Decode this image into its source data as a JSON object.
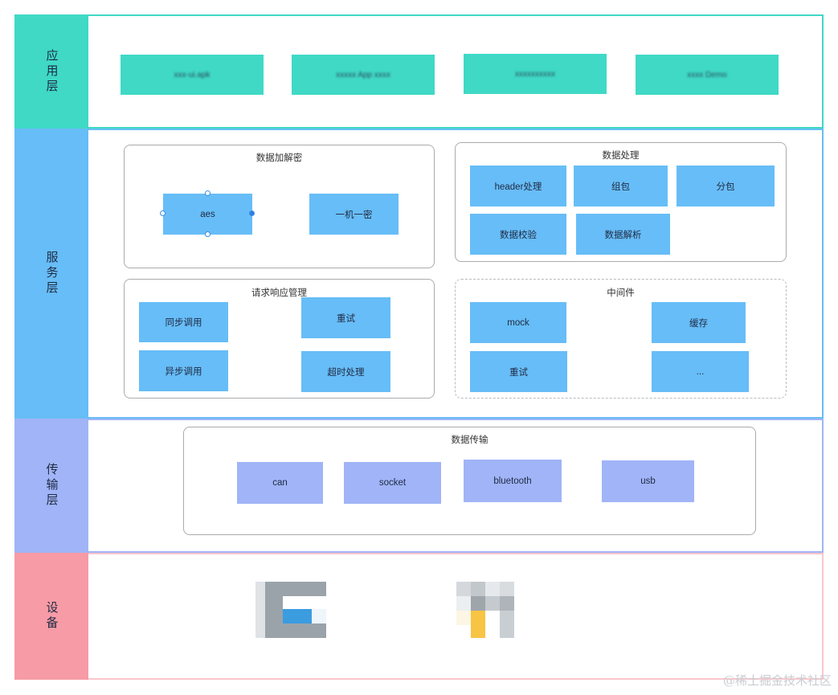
{
  "layers": {
    "application": {
      "label": "应用层"
    },
    "service": {
      "label": "服务层"
    },
    "transport": {
      "label": "传输层"
    },
    "device": {
      "label": "设备"
    }
  },
  "application_items": [
    "xxx-ui.apk",
    "xxxxx App xxxx",
    "xxxxxxxxxx",
    "xxxx Demo"
  ],
  "encryption": {
    "title": "数据加解密",
    "items": [
      "aes",
      "一机一密"
    ]
  },
  "data_processing": {
    "title": "数据处理",
    "items": [
      "header处理",
      "组包",
      "分包",
      "数据校验",
      "数据解析"
    ]
  },
  "request_mgmt": {
    "title": "请求响应管理",
    "items": [
      "同步调用",
      "重试",
      "异步调用",
      "超时处理"
    ]
  },
  "middleware": {
    "title": "中间件",
    "items": [
      "mock",
      "缓存",
      "重试",
      "..."
    ]
  },
  "transport": {
    "title": "数据传输",
    "items": [
      "can",
      "socket",
      "bluetooth",
      "usb"
    ]
  },
  "watermark": "@稀土掘金技术社区",
  "colors": {
    "application": "#3fd9c6",
    "service": "#67bdf7",
    "transport": "#a0b4f7",
    "device": "#f79ba6"
  }
}
